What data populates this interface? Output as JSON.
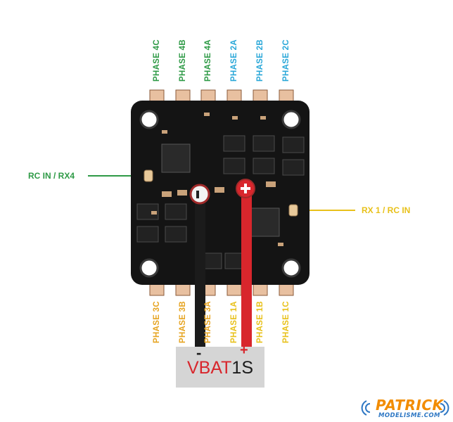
{
  "colors": {
    "green": "#2e9a46",
    "blue": "#29a7d8",
    "orange": "#e6a421",
    "yellow": "#e8c11a",
    "wire_black": "#1b1b1b",
    "wire_red": "#d8262c",
    "logo_orange": "#f28c00",
    "logo_blue": "#2f78c4"
  },
  "top_phases": [
    {
      "label": "PHASE 4C",
      "color": "#2e9a46"
    },
    {
      "label": "PHASE 4B",
      "color": "#2e9a46"
    },
    {
      "label": "PHASE 4A",
      "color": "#2e9a46"
    },
    {
      "label": "PHASE 2A",
      "color": "#29a7d8"
    },
    {
      "label": "PHASE 2B",
      "color": "#29a7d8"
    },
    {
      "label": "PHASE 2C",
      "color": "#29a7d8"
    }
  ],
  "bottom_phases": [
    {
      "label": "PHASE 3C",
      "color": "#e6a421"
    },
    {
      "label": "PHASE 3B",
      "color": "#e6a421"
    },
    {
      "label": "PHASE 3A",
      "color": "#e6a421"
    },
    {
      "label": "PHASE 1A",
      "color": "#e8c11a"
    },
    {
      "label": "PHASE 1B",
      "color": "#e8c11a"
    },
    {
      "label": "PHASE 1C",
      "color": "#e8c11a"
    }
  ],
  "left_label": "RC IN / RX4",
  "right_label": "RX 1 / RC IN",
  "battery": {
    "vbat": "VBAT",
    "cells": "1S",
    "minus": "-",
    "plus": "+"
  },
  "logo": {
    "main": "PATRICK",
    "sub": "MODELISME.COM"
  }
}
